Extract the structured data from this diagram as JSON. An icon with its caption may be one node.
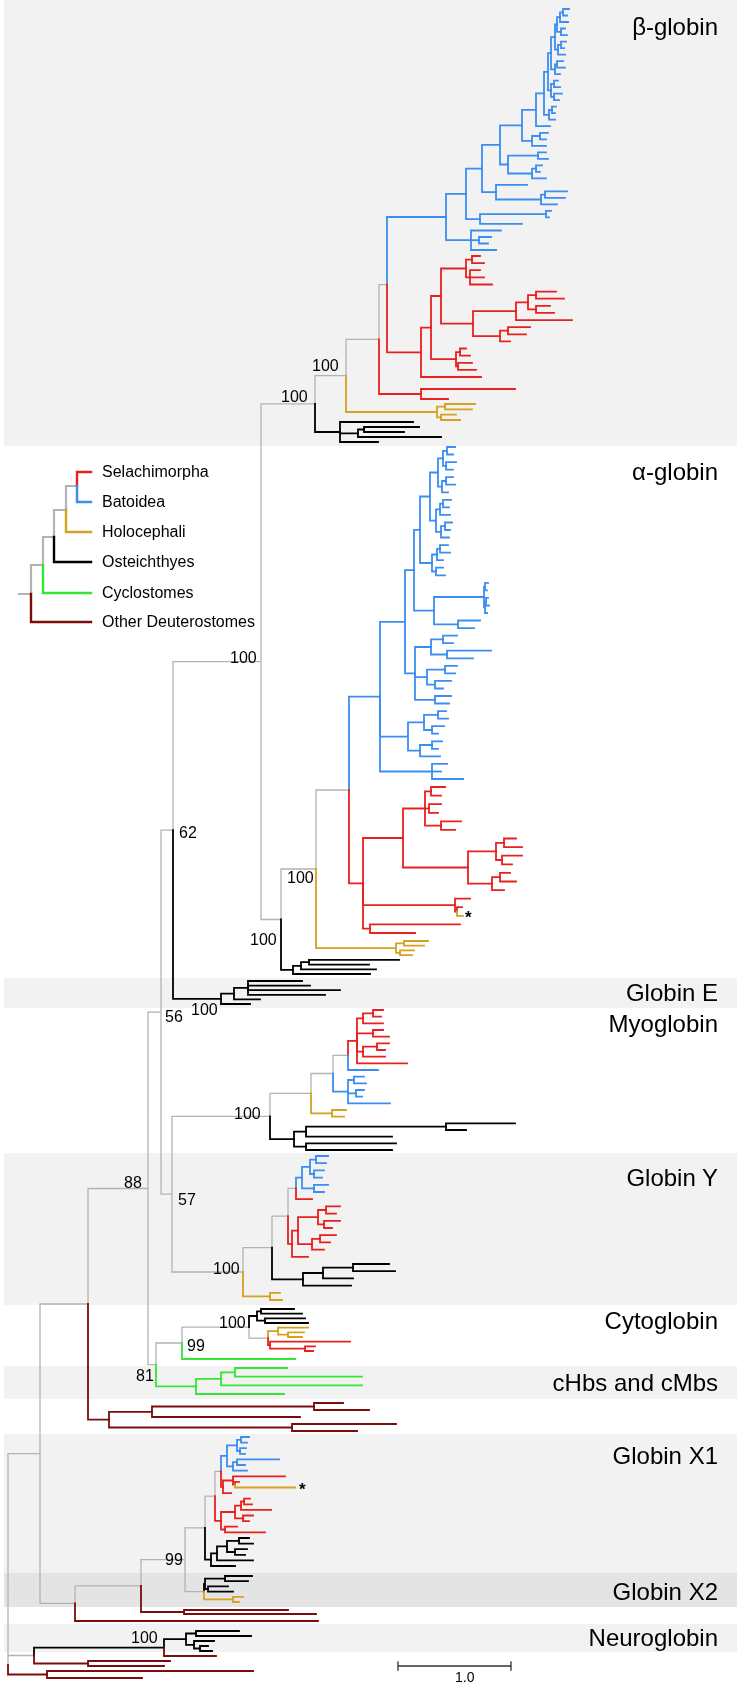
{
  "diagram": {
    "labels": [
      "β-globin",
      "100",
      "100",
      "α-globin",
      "100",
      "62",
      "100",
      "*",
      "100",
      "Globin E",
      "100",
      "56",
      "Myoglobin",
      "100",
      "Globin Y",
      "88",
      "57",
      "100",
      "100",
      "Cytoglobin",
      "99",
      "81",
      "cHbs and cMbs",
      "Globin X1",
      "*",
      "99",
      "Globin X2",
      "100",
      "Neuroglobin",
      "1.0"
    ],
    "legend": [
      {
        "text": "Selachimorpha",
        "color": "#e8201e"
      },
      {
        "text": "Batoidea",
        "color": "#3b8ef0"
      },
      {
        "text": "Holocephali",
        "color": "#d6a11e"
      },
      {
        "text": "Osteichthyes",
        "color": "#000000"
      },
      {
        "text": "Cyclostomes",
        "color": "#33e633"
      },
      {
        "text": "Other Deuterostomes",
        "color": "#7a0c0c"
      }
    ]
  }
}
